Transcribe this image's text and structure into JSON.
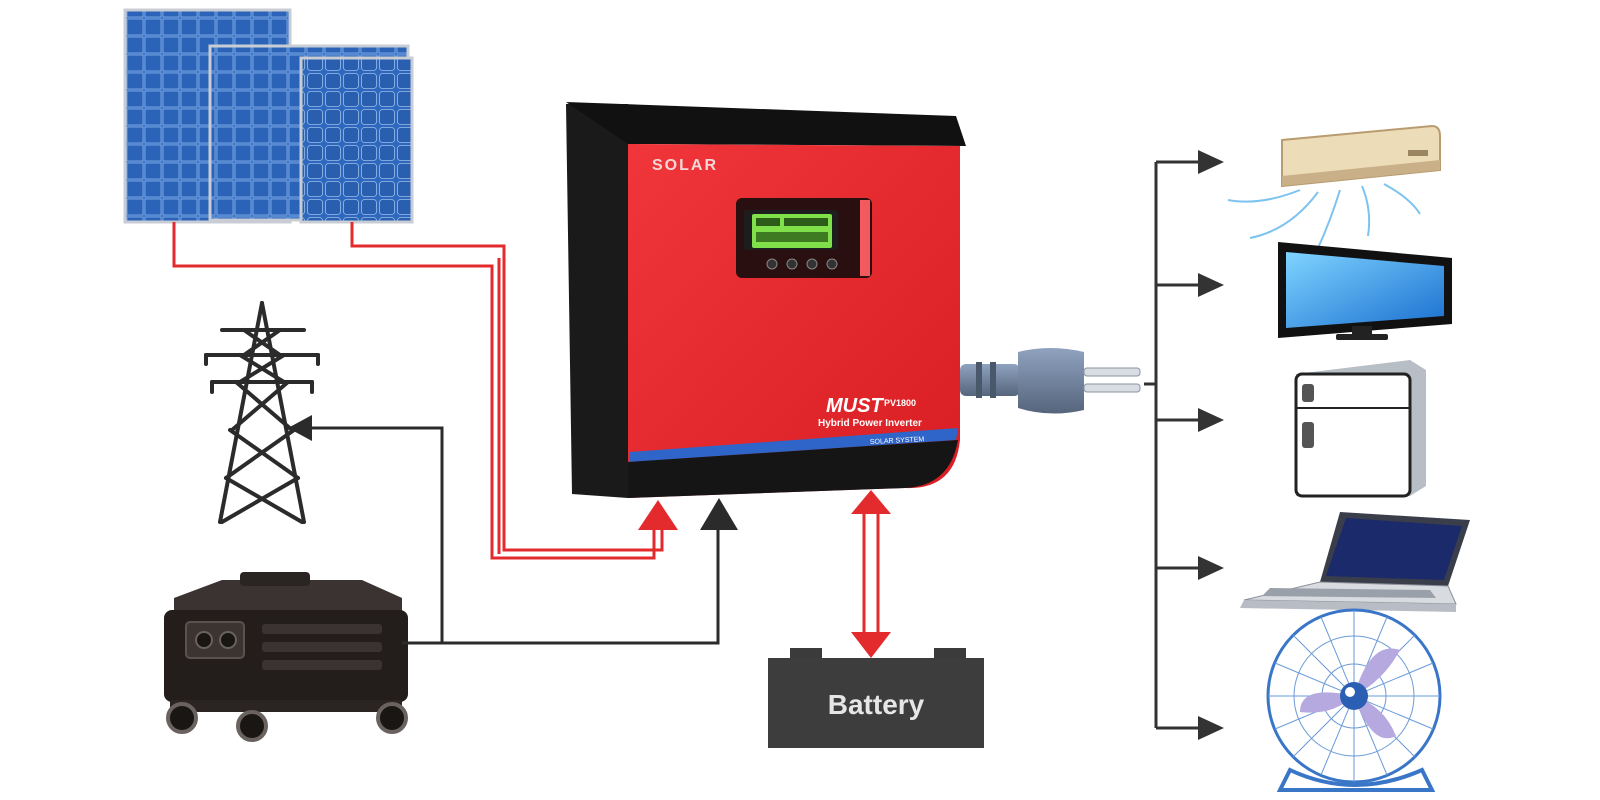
{
  "inverter": {
    "brand": "SOLAR",
    "maker": "MUST",
    "model": "PV1800",
    "subtitle": "Hybrid Power Inverter",
    "band_text": "SOLAR SYSTEM",
    "colors": {
      "body": "#e32b2e",
      "side": "#1a1a1a",
      "band": "#2f64c8",
      "lcd": "#7fe04a"
    }
  },
  "battery": {
    "label": "Battery"
  },
  "colors": {
    "pv_line": "#e32b2e",
    "ac_line": "#2b2b2b",
    "ac_arrow": "#333333"
  },
  "sources": [
    {
      "icon": "solar-panels-icon"
    },
    {
      "icon": "transmission-tower-icon"
    },
    {
      "icon": "generator-icon"
    }
  ],
  "loads": [
    {
      "icon": "air-conditioner-icon"
    },
    {
      "icon": "television-icon"
    },
    {
      "icon": "refrigerator-icon"
    },
    {
      "icon": "laptop-icon"
    },
    {
      "icon": "fan-icon"
    }
  ]
}
